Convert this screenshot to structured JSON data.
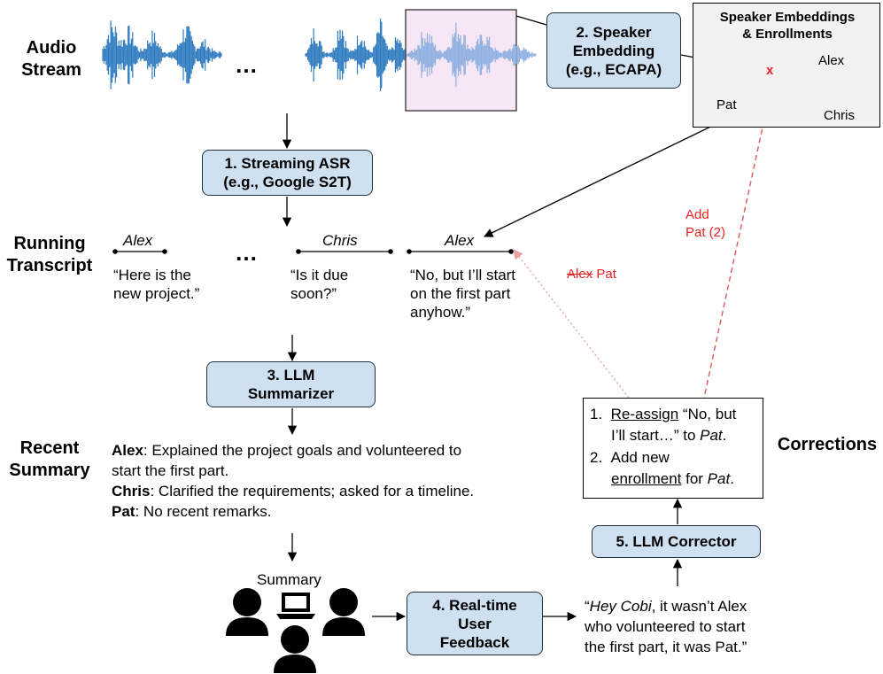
{
  "labels": {
    "audio_stream": [
      "Audio",
      "Stream"
    ],
    "running_transcript": [
      "Running",
      "Transcript"
    ],
    "recent_summary": [
      "Recent",
      "Summary"
    ],
    "corrections": "Corrections"
  },
  "ellipsis": "…",
  "boxes": {
    "speaker_embedding": [
      "2. Speaker",
      "Embedding",
      "(e.g., ECAPA)"
    ],
    "streaming_asr": [
      "1. Streaming ASR",
      "(e.g., Google S2T)"
    ],
    "llm_summarizer": [
      "3. LLM",
      "Summarizer"
    ],
    "llm_corrector": "5. LLM Corrector",
    "realtime_feedback": [
      "4. Real-time",
      "User",
      "Feedback"
    ]
  },
  "embedding_panel": {
    "title": [
      "Speaker Embeddings",
      "& Enrollments"
    ],
    "new_point": "x",
    "points": [
      "Alex",
      "Pat",
      "Chris"
    ]
  },
  "transcript": {
    "segments": [
      {
        "speaker": "Alex",
        "lines": [
          "“Here is the",
          "new project.”"
        ]
      },
      {
        "speaker": "Chris",
        "lines": [
          "“Is it due",
          "soon?”"
        ]
      },
      {
        "speaker": "Alex",
        "lines": [
          "“No, but I’ll start",
          "on the first part",
          "anyhow.”"
        ]
      }
    ]
  },
  "reassign_note": {
    "old": "Alex",
    "new": "Pat"
  },
  "add_pat_note": [
    "Add",
    "Pat (2)"
  ],
  "summary": [
    {
      "name": "Alex",
      "text": ": Explained the project goals and volunteered to",
      "text2": "start the first part."
    },
    {
      "name": "Chris",
      "text": ": Clarified the requirements; asked for a timeline."
    },
    {
      "name": "Pat",
      "text": ": No recent remarks."
    }
  ],
  "users_label": "Summary",
  "corrections_list": {
    "item1": {
      "num": "1.",
      "a": "Re-assign",
      "b": " “No, but",
      "c": "I’ll start…” to ",
      "d": "Pat",
      "e": "."
    },
    "item2": {
      "num": "2.",
      "a": "Add new",
      "b": "enrollment",
      "c": " for ",
      "d": "Pat",
      "e": "."
    }
  },
  "feedback_quote": {
    "open": "“",
    "name": "Hey Cobi",
    "rest1": ", it wasn’t Alex",
    "line2": "who volunteered to start",
    "line3": "the first part, it was Pat.”"
  },
  "colors": {
    "box_fill": "#cfe0f1",
    "waveform": "#2f7cc0",
    "highlight": "#f6e6f6",
    "correction_red": "#ee2222",
    "dotted_pink": "#e8a0a8"
  }
}
